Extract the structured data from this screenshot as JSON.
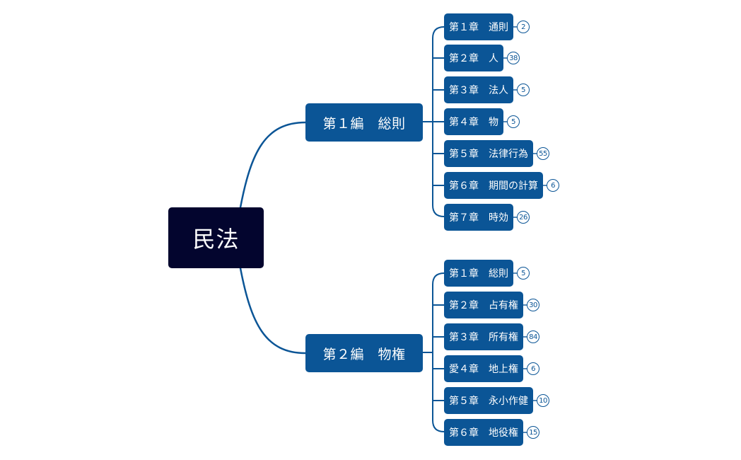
{
  "root": {
    "label": "民法"
  },
  "parts": [
    {
      "label": "第１編　総則",
      "chapters": [
        {
          "label": "第１章　通則",
          "count": "2"
        },
        {
          "label": "第２章　人",
          "count": "38"
        },
        {
          "label": "第３章　法人",
          "count": "5"
        },
        {
          "label": "第４章　物",
          "count": "5"
        },
        {
          "label": "第５章　法律行為",
          "count": "55"
        },
        {
          "label": "第６章　期間の計算",
          "count": "6"
        },
        {
          "label": "第７章　時効",
          "count": "26"
        }
      ]
    },
    {
      "label": "第２編　物権",
      "chapters": [
        {
          "label": "第１章　総則",
          "count": "5"
        },
        {
          "label": "第２章　占有権",
          "count": "30"
        },
        {
          "label": "第３章　所有権",
          "count": "84"
        },
        {
          "label": "愛４章　地上権",
          "count": "6"
        },
        {
          "label": "第５章　永小作健",
          "count": "10"
        },
        {
          "label": "第６章　地役権",
          "count": "15"
        }
      ]
    }
  ],
  "colors": {
    "root": "#03052e",
    "node": "#0b5596",
    "line": "#0b5596"
  }
}
